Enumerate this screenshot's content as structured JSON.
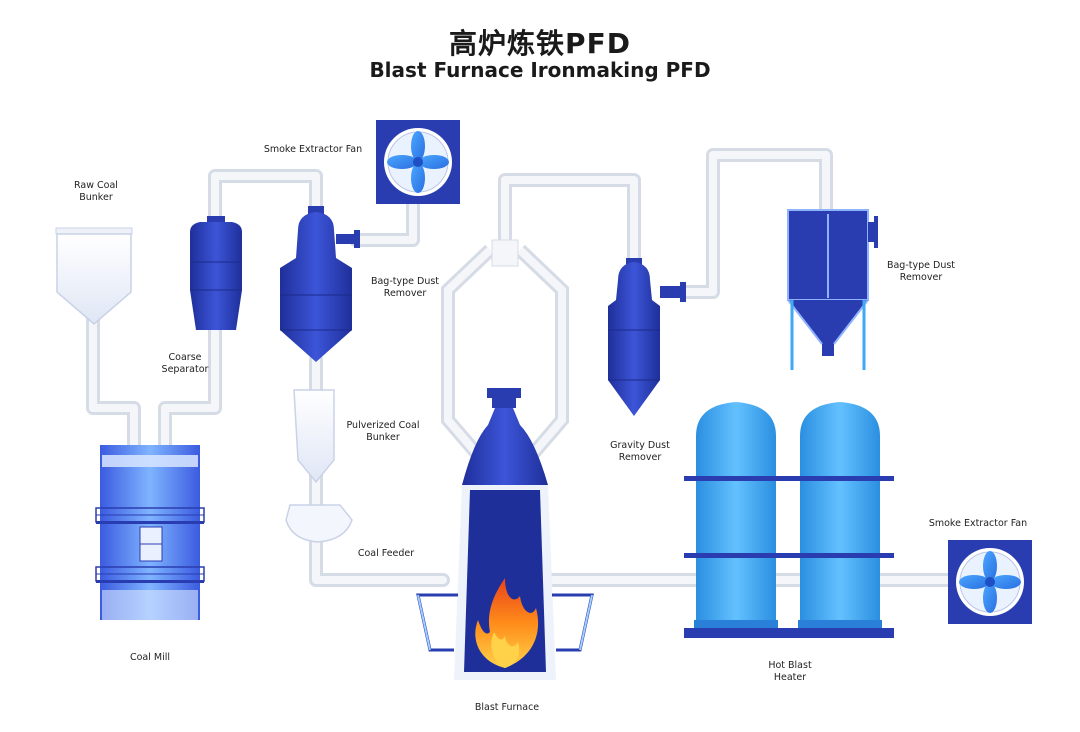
{
  "title": {
    "cn": "高炉炼铁PFD",
    "en": "Blast Furnace Ironmaking PFD"
  },
  "labels": {
    "raw_coal_bunker": "Raw Coal\nBunker",
    "coarse_separator": "Coarse\nSeparator",
    "coal_mill": "Coal Mill",
    "smoke_fan_top": "Smoke Extractor Fan",
    "bag_dust_left": "Bag-type Dust\nRemover",
    "pulverized_bunker": "Pulverized Coal\nBunker",
    "coal_feeder": "Coal Feeder",
    "blast_furnace": "Blast Furnace",
    "gravity_dust": "Gravity Dust\nRemover",
    "bag_dust_right": "Bag-type Dust\nRemover",
    "hot_blast_heater": "Hot Blast\nHeater",
    "smoke_fan_right": "Smoke Extractor Fan"
  },
  "colors": {
    "pipe": "#e9edf3",
    "dark_blue": "#2a3db0",
    "light_blue": "#3fa9f5",
    "flame": "#ff8c1a"
  }
}
